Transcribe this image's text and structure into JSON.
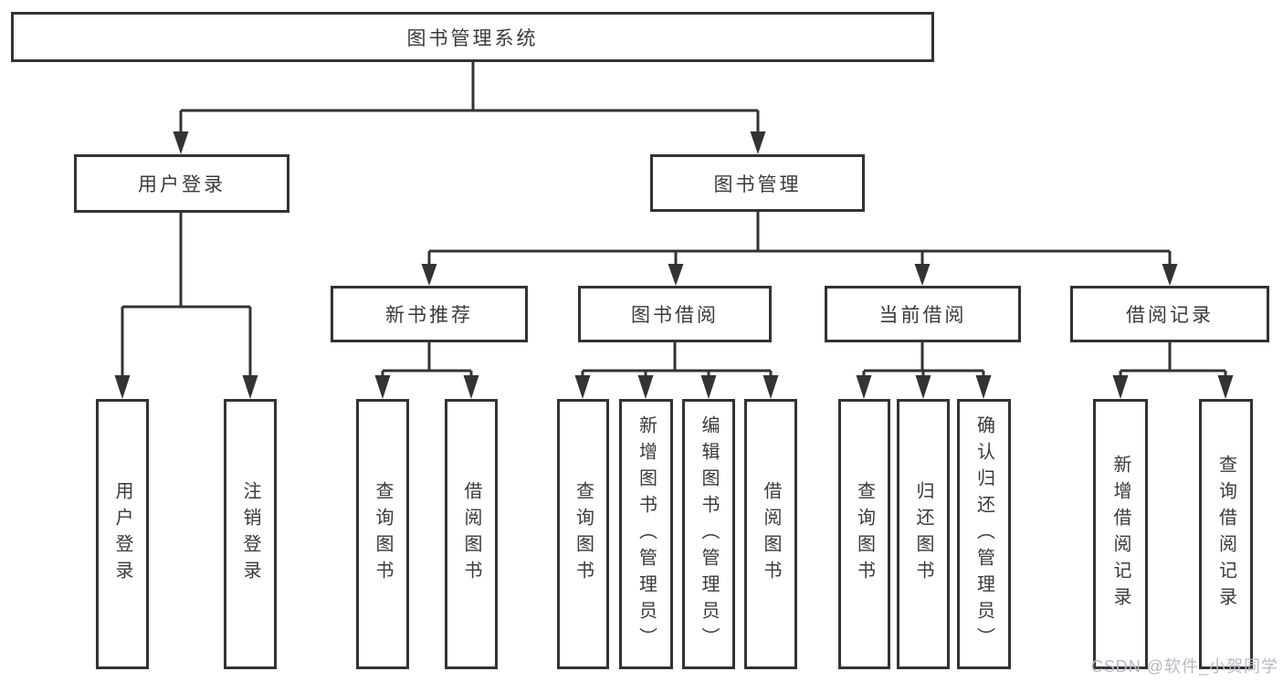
{
  "tree": {
    "root": "图书管理系统",
    "user_login": {
      "label": "用户登录",
      "children": [
        "用户登录",
        "注销登录"
      ]
    },
    "book_management": {
      "label": "图书管理",
      "sections": [
        {
          "label": "新书推荐",
          "children": [
            "查询图书",
            "借阅图书"
          ]
        },
        {
          "label": "图书借阅",
          "children": [
            "查询图书",
            "新增图书（管理员）",
            "编辑图书（管理员）",
            "借阅图书"
          ]
        },
        {
          "label": "当前借阅",
          "children": [
            "查询图书",
            "归还图书",
            "确认归还（管理员）"
          ]
        },
        {
          "label": "借阅记录",
          "children": [
            "新增借阅记录",
            "查询借阅记录"
          ]
        }
      ]
    }
  },
  "watermark": "CSDN @软件_小贺同学",
  "colors": {
    "line": "#333333",
    "box_border": "#333333",
    "box_fill": "#ffffff",
    "text": "#3a3a3a",
    "background": "#ffffff",
    "watermark": "#b7bac3"
  }
}
